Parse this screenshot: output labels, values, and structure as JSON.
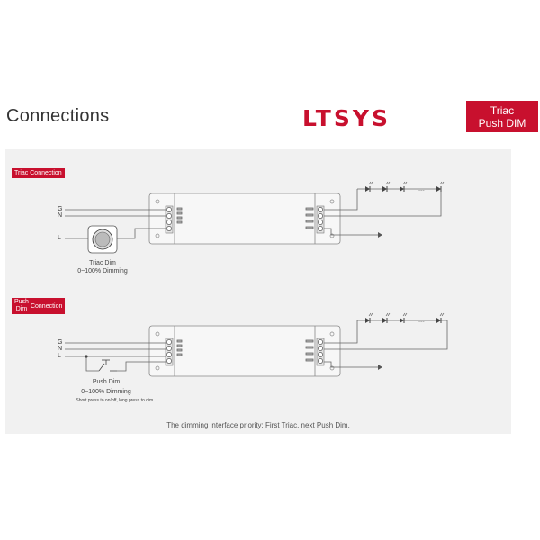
{
  "header": {
    "title": "Connections",
    "logo_text": "LTSYS",
    "badge_line1": "Triac",
    "badge_line2": "Push DIM"
  },
  "colors": {
    "brand_red": "#c8102e",
    "panel_bg": "#f1f1f1",
    "wire": "#666666"
  },
  "section1": {
    "tag": "Triac Connection",
    "wire_labels": [
      "G",
      "N",
      "L"
    ],
    "dimmer_label": "Triac Dim",
    "dimmer_sub": "0~100% Dimming",
    "dimmer_icon": "rotary-dimmer-icon"
  },
  "section2": {
    "tag_stack_1": "Push",
    "tag_stack_2": "Dim",
    "tag_rest": "Connection",
    "wire_labels": [
      "G",
      "N",
      "L"
    ],
    "switch_label": "Push Dim",
    "switch_sub": "0~100% Dimming",
    "switch_note": "Short press to on/off, long press to dim.",
    "switch_icon": "push-switch-icon"
  },
  "caption": "The dimming interface priority: First Triac, next Push Dim."
}
